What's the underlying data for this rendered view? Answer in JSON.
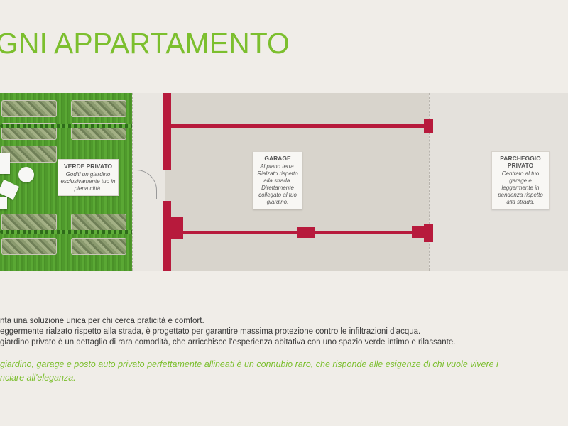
{
  "header": {
    "title": "GNI APPARTAMENTO"
  },
  "zones": {
    "garden": {
      "title": "VERDE PRIVATO",
      "desc": "Goditi un giardino esclusivamente tuo in piena città."
    },
    "garage": {
      "title": "GARAGE",
      "desc": "Al piano terra. Rialzato rispetto alla strada. Direttamente collegato al tuo giardino."
    },
    "parking": {
      "title": "PARCHEGGIO PRIVATO",
      "desc": "Centrato al tuo garage e leggermente in pendenza rispetto alla strada."
    }
  },
  "description": {
    "line1": "nta una soluzione unica per chi cerca praticità e comfort.",
    "line2": "eggermente rialzato rispetto alla strada, è progettato per garantire massima protezione contro le infiltrazioni d'acqua.",
    "line3": "giardino privato è un dettaglio di rara comodità, che arricchisce l'esperienza abitativa con uno spazio verde intimo e rilassante.",
    "highlight1": "giardino, garage e posto auto privato perfettamente allineati è un connubio raro, che risponde alle esigenze di chi vuole vivere i",
    "highlight2": "nciare all'eleganza."
  },
  "colors": {
    "accent": "#7cbf2e",
    "wall": "#b71a3c",
    "grass": "#4f9a2c"
  }
}
